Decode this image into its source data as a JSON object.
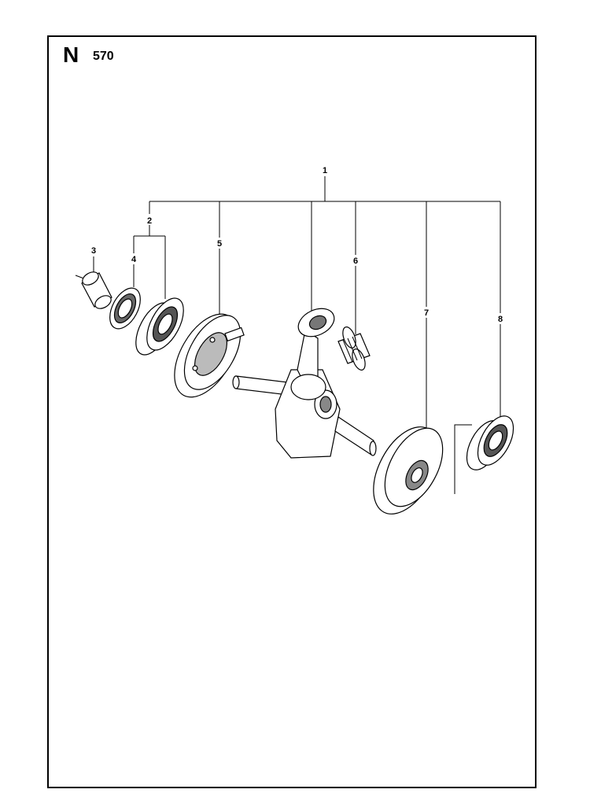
{
  "header": {
    "section_letter": "N",
    "model_number": "570"
  },
  "callouts": [
    "1",
    "2",
    "3",
    "4",
    "5",
    "6",
    "7",
    "8"
  ],
  "colors": {
    "line": "#000000",
    "background": "#ffffff",
    "part_fill": "#ffffff",
    "part_shade": "#444444"
  }
}
